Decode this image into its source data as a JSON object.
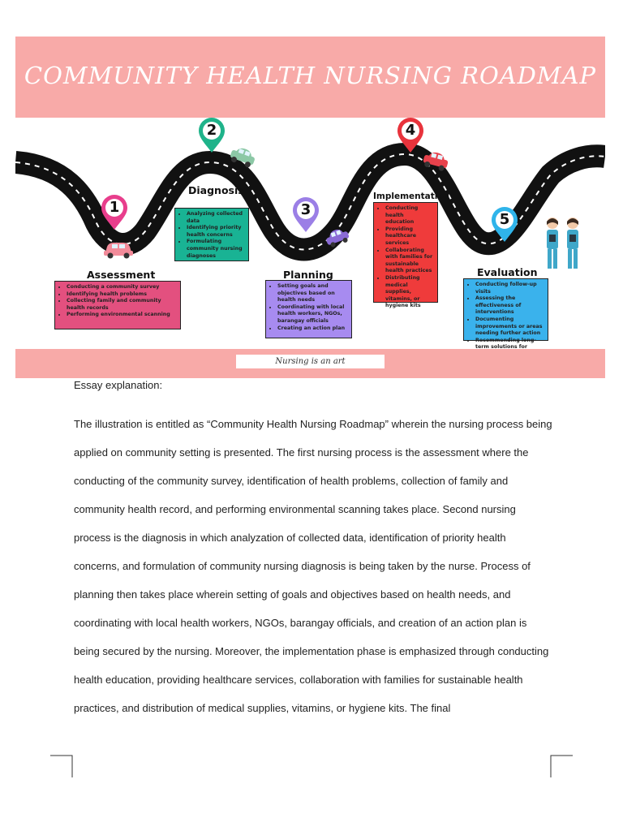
{
  "title": "COMMUNITY HEALTH NURSING ROADMAP",
  "steps": [
    {
      "number": "1",
      "title": "Assessment",
      "color": "#e83e8c",
      "box_color": "#e3507f",
      "items": [
        "Conducting a community survey",
        "Identifying health problems",
        "Collecting family and community health records",
        "Performing environmental scanning"
      ]
    },
    {
      "number": "2",
      "title": "Diagnosis",
      "color": "#1fb38a",
      "box_color": "#19b394",
      "items": [
        "Analyzing collected data",
        "Identifying priority health concerns",
        "Formulating community nursing diagnoses"
      ]
    },
    {
      "number": "3",
      "title": "Planning",
      "color": "#9b7fe6",
      "box_color": "#a78bf0",
      "items": [
        "Setting goals and objectives based on health needs",
        "Coordinating with local health workers, NGOs, barangay officials",
        "Creating an action plan"
      ]
    },
    {
      "number": "4",
      "title": "Implementation",
      "color": "#e8333c",
      "box_color": "#ef3b3b",
      "items": [
        "Conducting health education",
        "Providing healthcare services",
        "Collaborating with families for sustainable health practices",
        "Distributing medical supplies, vitamins, or hygiene kits"
      ]
    },
    {
      "number": "5",
      "title": "Evaluation",
      "color": "#2fb4ea",
      "box_color": "#3ab2ec",
      "items": [
        "Conducting follow-up visits",
        "Assessing the effectiveness of interventions",
        "Documenting improvements or areas needing further action",
        "Recommending long-term solutions for sustainability"
      ]
    }
  ],
  "footer_label": "Nursing is an art",
  "essay": {
    "heading": "Essay explanation:",
    "body": "The illustration is entitled as “Community Health Nursing Roadmap” wherein the nursing process being applied on community setting is presented. The first nursing process is the assessment where the conducting of the community survey, identification of health problems, collection of family and community health record, and performing environmental scanning takes place. Second nursing process is the diagnosis in which analyzation of collected data, identification of priority health concerns, and formulation of community nursing diagnosis is being taken by the nurse. Process of planning then takes place wherein setting of goals and objectives based on health needs, and coordinating with local health workers, NGOs, barangay officials, and creation of an action plan is being secured by the nursing. Moreover, the implementation phase is emphasized through conducting health education, providing healthcare services, collaboration with families for sustainable health practices, and distribution of medical supplies, vitamins, or hygiene kits. The final"
  }
}
